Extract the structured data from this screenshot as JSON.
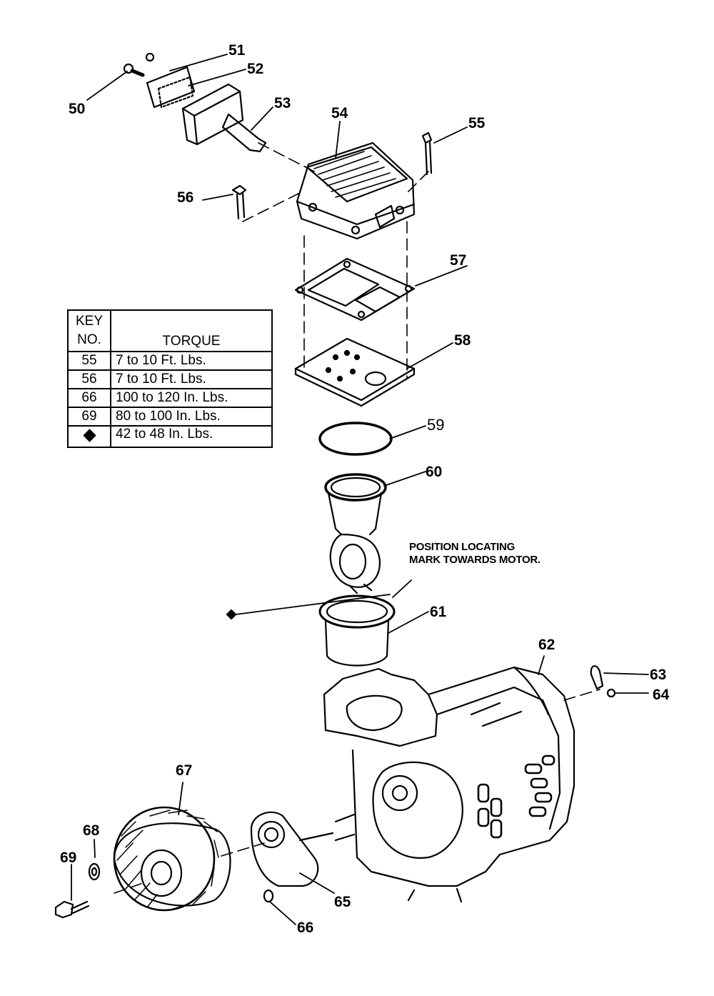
{
  "callouts": {
    "c50": "50",
    "c51": "51",
    "c52": "52",
    "c53": "53",
    "c54": "54",
    "c55": "55",
    "c56": "56",
    "c57": "57",
    "c58": "58",
    "c59": "59",
    "c60": "60",
    "c61": "61",
    "c62": "62",
    "c63": "63",
    "c64": "64",
    "c65": "65",
    "c66": "66",
    "c67": "67",
    "c68": "68",
    "c69": "69"
  },
  "note": {
    "line1": "POSITION LOCATING",
    "line2": "MARK TOWARDS MOTOR."
  },
  "torque_table": {
    "header_key_line1": "KEY",
    "header_key_line2": "NO.",
    "header_torque": "TORQUE",
    "rows": [
      {
        "key": "55",
        "torque": "7 to 10 Ft. Lbs."
      },
      {
        "key": "56",
        "torque": "7 to 10 Ft. Lbs."
      },
      {
        "key": "66",
        "torque": "100 to 120 In. Lbs."
      },
      {
        "key": "69",
        "torque": "80 to 100 In. Lbs."
      },
      {
        "key": "diamond-symbol",
        "torque": "42 to 48 In. Lbs."
      }
    ]
  }
}
